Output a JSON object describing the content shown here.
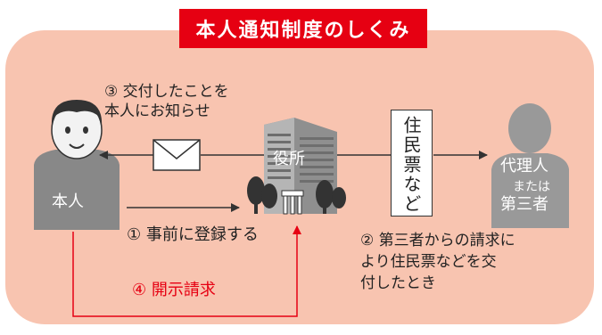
{
  "title": "本人通知制度のしくみ",
  "step3": "③ 交付したことを\n本人にお知らせ",
  "step1": "① 事前に登録する",
  "step2": "② 第三者からの請求に\nより住民票などを交\n付したとき",
  "step4": "④ 開示請求",
  "document_label": "住民票など",
  "person_label": "本人",
  "building_label": "役所",
  "proxy_label_1": "代理人",
  "proxy_label_2": "または",
  "proxy_label_3": "第三者",
  "colors": {
    "title_bg": "#e60012",
    "panel_bg": "#f8c4b0",
    "accent_red": "#e60012",
    "person_gray": "#888888",
    "proxy_gray": "#999999"
  },
  "icons": [
    "person-icon",
    "envelope-icon",
    "building-icon",
    "proxy-person-icon"
  ]
}
